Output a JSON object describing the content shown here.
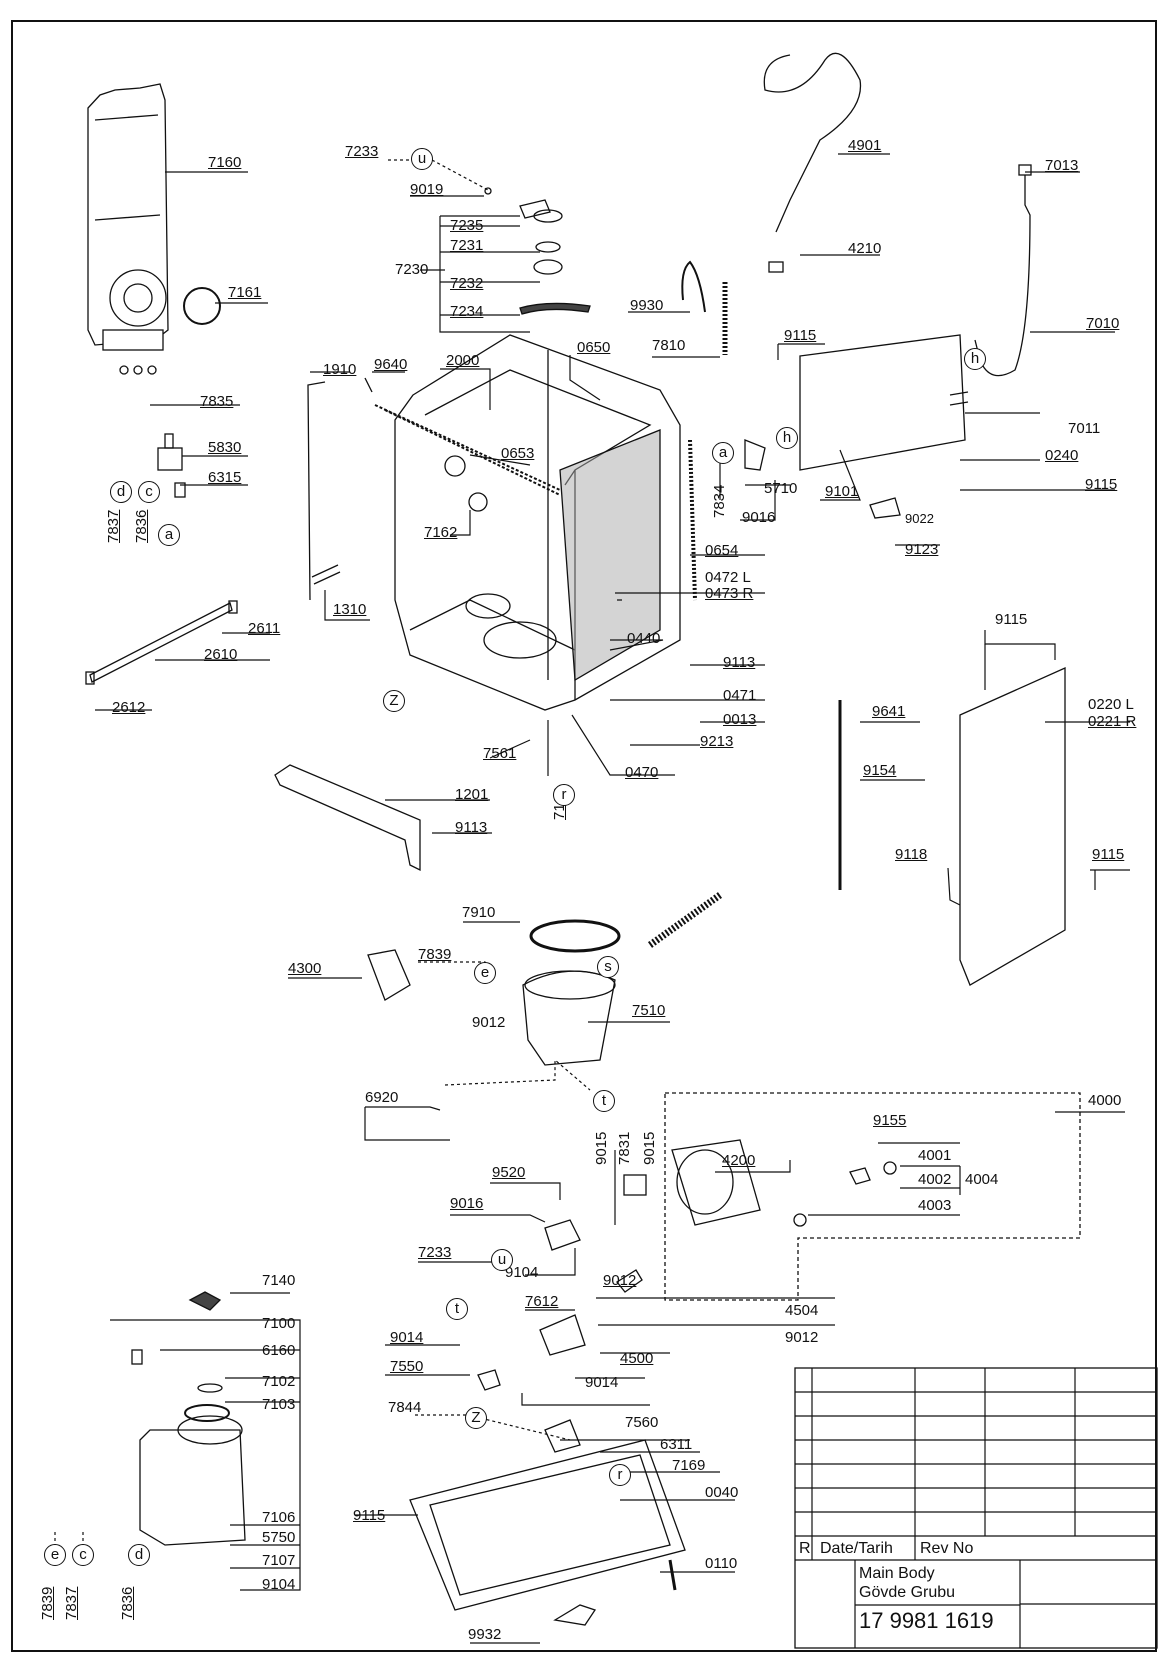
{
  "labels": {
    "l7160": "7160",
    "l7161": "7161",
    "l7835": "7835",
    "l5830": "5830",
    "l6315": "6315",
    "l7837": "7837",
    "l7836": "7836",
    "l7233a": "7233",
    "l9019": "9019",
    "l7230": "7230",
    "l7235": "7235",
    "l7231": "7231",
    "l7232": "7232",
    "l7234": "7234",
    "l4901": "4901",
    "l7013": "7013",
    "l4210": "4210",
    "l9930": "9930",
    "l7810": "7810",
    "l7010": "7010",
    "l9115a": "9115",
    "l1910": "1910",
    "l9640": "9640",
    "l2000": "2000",
    "l0650": "0650",
    "l0653": "0653",
    "l7162": "7162",
    "l7834": "7834",
    "l5710": "5710",
    "l9101": "9101",
    "l9016a": "9016",
    "l9022": "9022",
    "l9123": "9123",
    "l7011": "7011",
    "l0240": "0240",
    "l9115b": "9115",
    "l0654": "0654",
    "l0472": "0472 L",
    "l0473": "0473 R",
    "l1310": "1310",
    "l2611": "2611",
    "l2610": "2610",
    "l2612": "2612",
    "l0440": "0440",
    "l9113a": "9113",
    "l0471": "0471",
    "l0013": "0013",
    "l9213": "9213",
    "l0470": "0470",
    "l7561": "7561",
    "l7169a": "7169",
    "l1201": "1201",
    "l9113b": "9113",
    "l9115c": "9115",
    "l0220": "0220 L",
    "l0221": "0221 R",
    "l9641": "9641",
    "l9154": "9154",
    "l9118": "9118",
    "l9115d": "9115",
    "l7910": "7910",
    "l4300": "4300",
    "l7839a": "7839",
    "l9012a": "9012",
    "l7510": "7510",
    "l6920": "6920",
    "l4000": "4000",
    "l9155": "9155",
    "l4001": "4001",
    "l4002": "4002",
    "l4004": "4004",
    "l4003": "4003",
    "l4200": "4200",
    "l9015a": "9015",
    "l7831": "7831",
    "l9015b": "9015",
    "l9520": "9520",
    "l9016b": "9016",
    "l7233b": "7233",
    "l9104a": "9104",
    "l7612": "7612",
    "l9012b": "9012",
    "l4504": "4504",
    "l9012c": "9012",
    "l4500": "4500",
    "l9014a": "9014",
    "l7550": "7550",
    "l9014b": "9014",
    "l7140": "7140",
    "l7100": "7100",
    "l6160": "6160",
    "l7102": "7102",
    "l7103": "7103",
    "l7844": "7844",
    "l7560": "7560",
    "l6311": "6311",
    "l7169b": "7169",
    "l0040": "0040",
    "l9115e": "9115",
    "l7106": "7106",
    "l5750": "5750",
    "l7107": "7107",
    "l9104b": "9104",
    "l0110": "0110",
    "l9932": "9932",
    "l7839b": "7839",
    "l7837b": "7837",
    "l7836b": "7836"
  },
  "callouts": {
    "u": "u",
    "a": "a",
    "c": "c",
    "d": "d",
    "h": "h",
    "z": "Z",
    "r": "r",
    "e": "e",
    "s": "s",
    "t": "t"
  },
  "title_block": {
    "rev_col": "R",
    "date_header": "Date/Tarih",
    "rev_header": "Rev No",
    "title_en": "Main Body",
    "title_tr": "Gövde Grubu",
    "drawing_number": "17 9981 1619"
  }
}
